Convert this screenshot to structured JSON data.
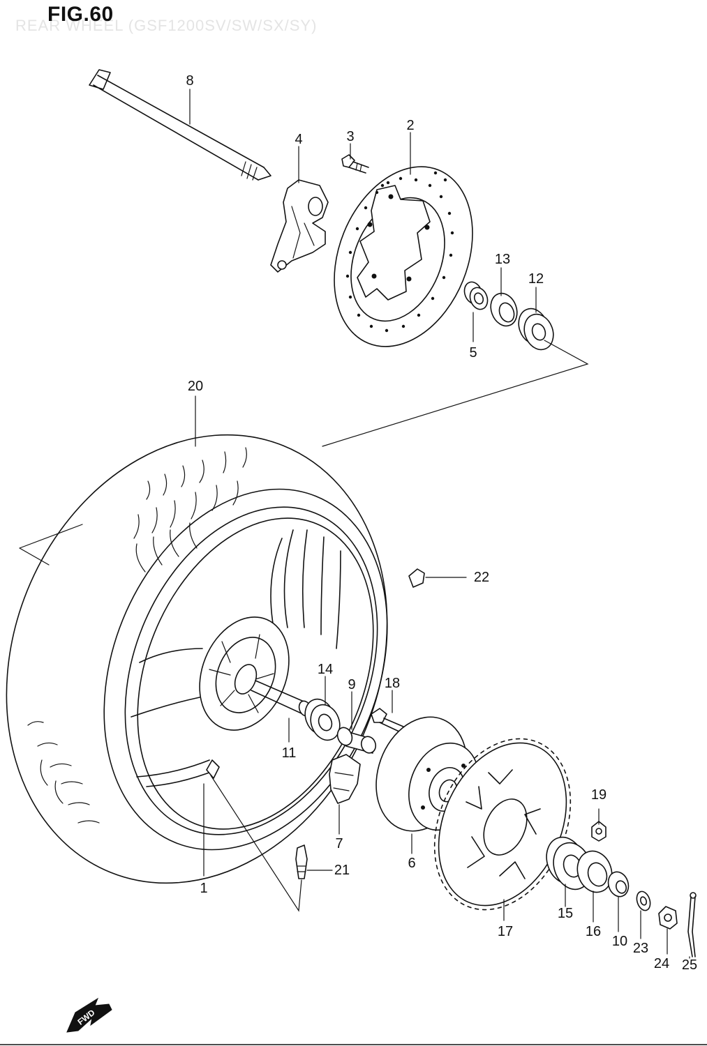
{
  "figure": {
    "title": "FIG.60",
    "subtitle": "REAR WHEEL (GSF1200SV/SW/SX/SY)"
  },
  "fwd_badge": "FWD",
  "parts": [
    {
      "id": "part-1",
      "label": "1"
    },
    {
      "id": "part-2",
      "label": "2"
    },
    {
      "id": "part-3",
      "label": "3"
    },
    {
      "id": "part-4",
      "label": "4"
    },
    {
      "id": "part-5",
      "label": "5"
    },
    {
      "id": "part-6",
      "label": "6"
    },
    {
      "id": "part-7",
      "label": "7"
    },
    {
      "id": "part-8",
      "label": "8"
    },
    {
      "id": "part-9",
      "label": "9"
    },
    {
      "id": "part-10",
      "label": "10"
    },
    {
      "id": "part-11",
      "label": "11"
    },
    {
      "id": "part-12",
      "label": "12"
    },
    {
      "id": "part-13",
      "label": "13"
    },
    {
      "id": "part-14",
      "label": "14"
    },
    {
      "id": "part-15",
      "label": "15"
    },
    {
      "id": "part-16",
      "label": "16"
    },
    {
      "id": "part-17",
      "label": "17"
    },
    {
      "id": "part-18",
      "label": "18"
    },
    {
      "id": "part-19",
      "label": "19"
    },
    {
      "id": "part-20",
      "label": "20"
    },
    {
      "id": "part-21",
      "label": "21"
    },
    {
      "id": "part-22",
      "label": "22"
    },
    {
      "id": "part-23",
      "label": "23"
    },
    {
      "id": "part-24",
      "label": "24"
    },
    {
      "id": "part-25",
      "label": "25"
    }
  ],
  "colors": {
    "line": "#111111",
    "background": "#ffffff",
    "subtitle_ghost": "#e4e4e4"
  }
}
